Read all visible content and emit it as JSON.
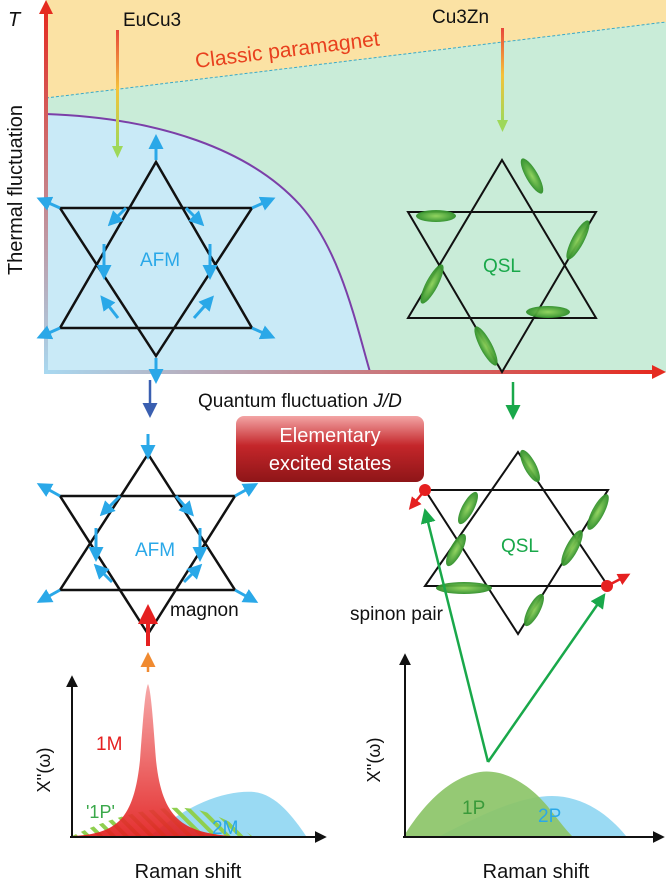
{
  "phase_diagram": {
    "y_axis_symbol": "T",
    "y_axis_label": "Thermal fluctuation",
    "x_axis_label_prefix": "Quantum fluctuation ",
    "x_axis_label_ratio": "J/D",
    "classic_region_label": "Classic paramagnet",
    "material_left": "EuCu3",
    "material_right": "Cu3Zn",
    "afm_label": "AFM",
    "qsl_label": "QSL"
  },
  "excited_states": {
    "banner_line1": "Elementary",
    "banner_line2": "excited states",
    "afm_label": "AFM",
    "qsl_label": "QSL",
    "magnon_label": "magnon",
    "spinon_label": "spinon pair"
  },
  "spectra": {
    "ylabel": "X''(ω)",
    "xlabel": "Raman shift",
    "left_peaks": {
      "one_magnon": "1M",
      "one_p_prime": "'1P'",
      "two_magnon": "2M"
    },
    "right_peaks": {
      "one_p": "1P",
      "two_p": "2P"
    }
  },
  "colors": {
    "paramagnet_bg": "#fbe2a4",
    "qsl_bg": "#c9ecd8",
    "afm_bg": "#c9eaf7",
    "afm_blue": "#2aa8e8",
    "qsl_green": "#19a84a",
    "axis_red": "#e0301f",
    "boundary_purple": "#7b3fa8",
    "magnon_peak": "#ef2c2c",
    "banner_red": "#b52226"
  }
}
